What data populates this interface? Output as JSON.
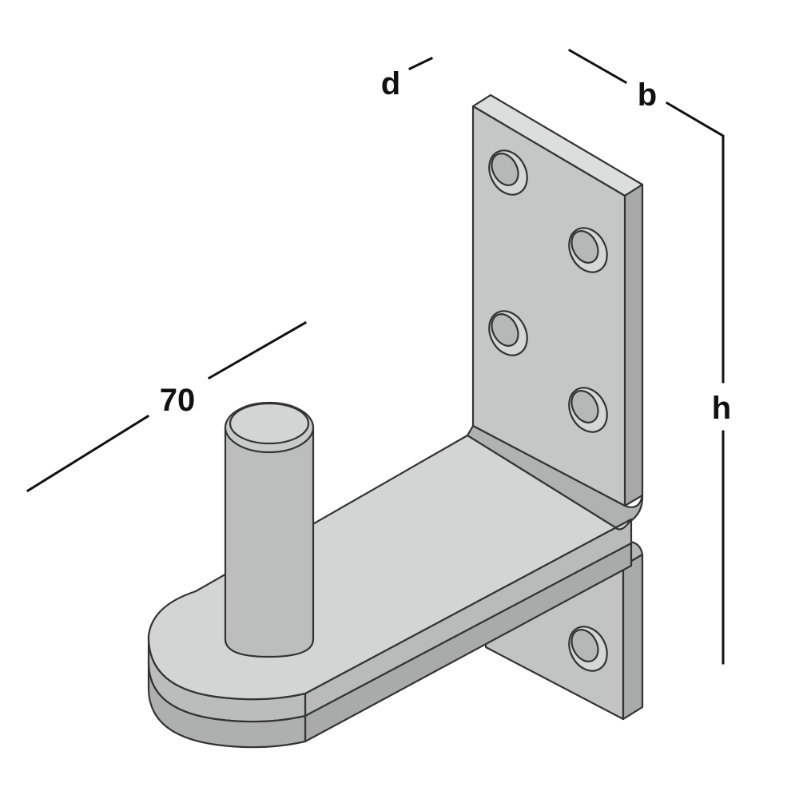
{
  "dimensions": {
    "length": "70",
    "depth": "d",
    "width": "b",
    "height": "h"
  },
  "colors": {
    "face_light": "#d3d5d4",
    "face_mid": "#c4c6c5",
    "face_dark": "#a9abaa",
    "face_darker": "#8f9190",
    "edge": "#333333",
    "dimension": "#111111"
  }
}
